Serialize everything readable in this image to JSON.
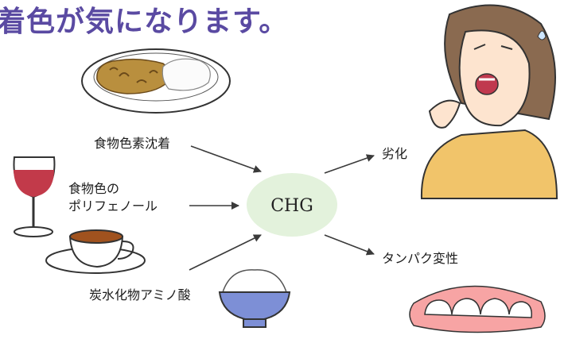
{
  "title": "着色が気になります。",
  "center": "CHG",
  "sources": {
    "food_pigment": "食物色素沈着",
    "polyphenol_line1": "食物色の",
    "polyphenol_line2": "ポリフェノール",
    "carb_amino": "炭水化物アミノ酸"
  },
  "outcomes": {
    "deterioration": "劣化",
    "protein_denaturation": "タンパク変性"
  },
  "colors": {
    "title": "#5a4aa2",
    "center_fill": "#e3f2dc",
    "arrow": "#3a3a3a"
  },
  "icons": [
    "curry-rice-icon",
    "red-wine-glass-icon",
    "tea-cup-icon",
    "rice-bowl-icon",
    "worried-woman-icon",
    "teeth-icon"
  ]
}
